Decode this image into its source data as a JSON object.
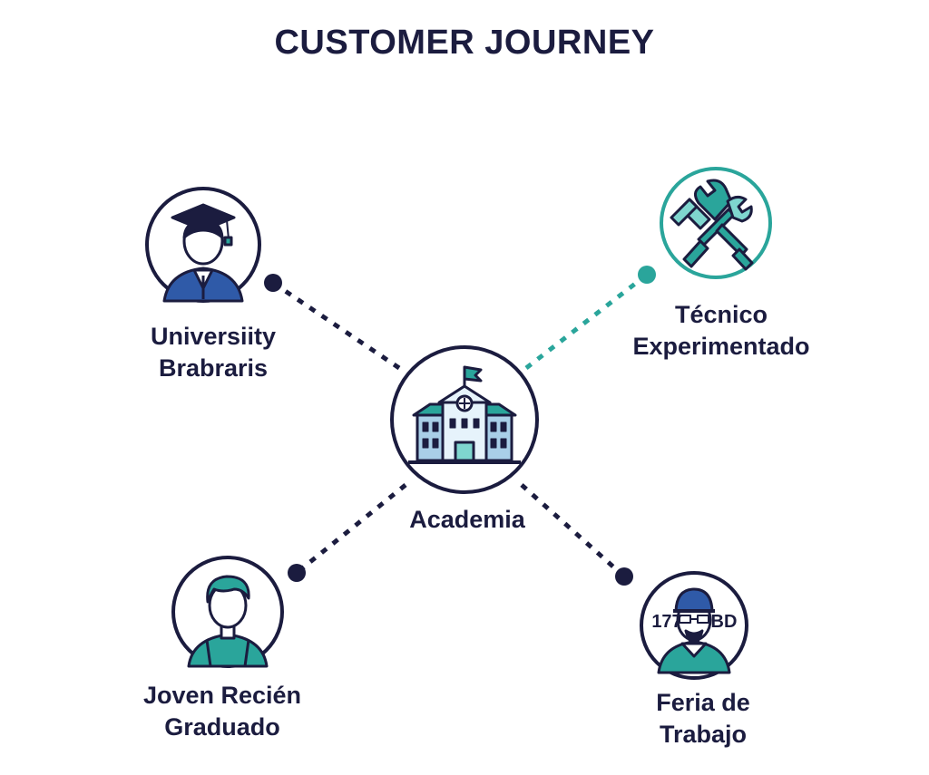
{
  "title": "CUSTOMER JOURNEY",
  "colors": {
    "navy": "#1b1c3f",
    "teal": "#2aa59b",
    "light_teal": "#7fd6cf",
    "blue": "#2f5aa8",
    "light_blue": "#a9cfe8"
  },
  "nodes": {
    "center": {
      "lines": [
        "Academia"
      ],
      "icon": "school-building-icon"
    },
    "university": {
      "lines": [
        "Universiity",
        "Brabraris"
      ],
      "icon": "graduate-student-icon"
    },
    "tecnico": {
      "lines": [
        "Técnico",
        "Experimentado"
      ],
      "icon": "crossed-tools-icon"
    },
    "joven": {
      "lines": [
        "Joven Recién",
        "Graduado"
      ],
      "icon": "young-person-icon"
    },
    "feria": {
      "lines": [
        "Feria de",
        "Trabajo"
      ],
      "icon": "worker-with-cap-icon",
      "sign_left": "177",
      "sign_right": "BD"
    }
  }
}
